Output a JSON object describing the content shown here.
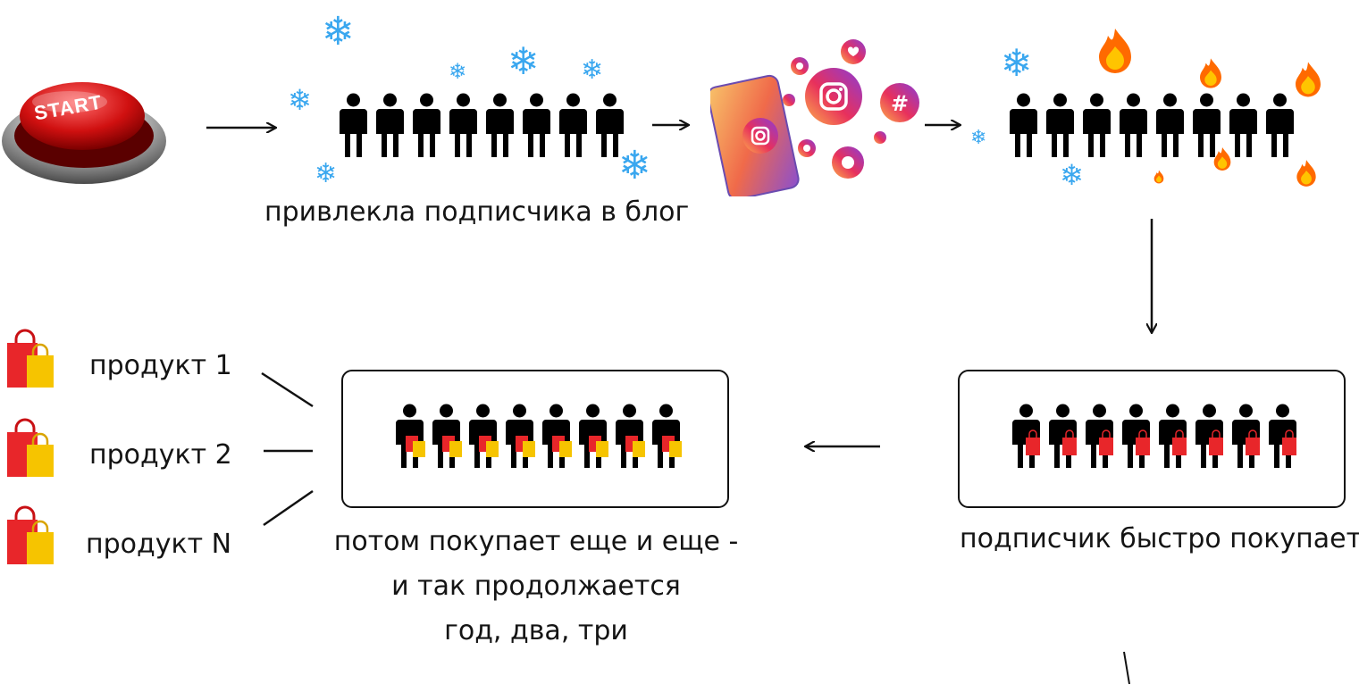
{
  "start_button": {
    "label": "START"
  },
  "step_attract": {
    "caption": "привлекла подписчика в блог"
  },
  "step_buy": {
    "caption": "подписчик быстро покупает"
  },
  "step_repeat": {
    "caption_lines": [
      "потом покупает еще и еще -",
      "и так продолжается",
      "год, два, три"
    ]
  },
  "products": [
    {
      "label": "продукт 1"
    },
    {
      "label": "продукт 2"
    },
    {
      "label": "продукт N"
    }
  ],
  "social_badge": {
    "symbol": "#"
  },
  "icons": [
    "start-button",
    "snowflake-icon",
    "person-icon",
    "phone-icon",
    "instagram-icon",
    "hashtag-icon",
    "heart-icon",
    "fire-icon",
    "shopping-bag-icon"
  ],
  "colors": {
    "snow": "#3aa7ef",
    "bag_red": "#e8262a",
    "bag_yellow": "#f6c400",
    "ink": "#111111"
  }
}
